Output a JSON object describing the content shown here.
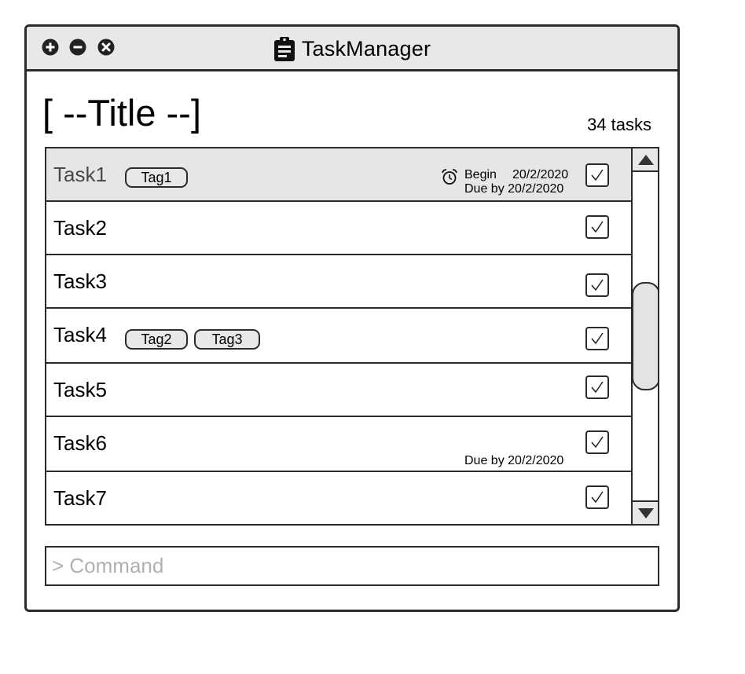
{
  "window": {
    "title": "TaskManager",
    "controls": [
      "plus-circle-icon",
      "minus-circle-icon",
      "close-circle-icon"
    ]
  },
  "header": {
    "title": "[ --Title --]",
    "count": "34 tasks"
  },
  "tasks": [
    {
      "name": "Task1",
      "tags": [
        "Tag1"
      ],
      "begin_label": "Begin",
      "begin_date": "20/2/2020",
      "due": "Due by 20/2/2020",
      "checked": true,
      "selected": true
    },
    {
      "name": "Task2",
      "tags": [],
      "checked": true
    },
    {
      "name": "Task3",
      "tags": [],
      "checked": true
    },
    {
      "name": "Task4",
      "tags": [
        "Tag2",
        "Tag3"
      ],
      "checked": true
    },
    {
      "name": "Task5",
      "tags": [],
      "checked": true
    },
    {
      "name": "Task6",
      "tags": [],
      "due": "Due by 20/2/2020",
      "checked": true
    },
    {
      "name": "Task7",
      "tags": [],
      "checked": true
    }
  ],
  "scrollbar": {
    "up_icon": "triangle-up-icon",
    "down_icon": "triangle-down-icon"
  },
  "command": {
    "value": "",
    "placeholder": "> Command"
  }
}
